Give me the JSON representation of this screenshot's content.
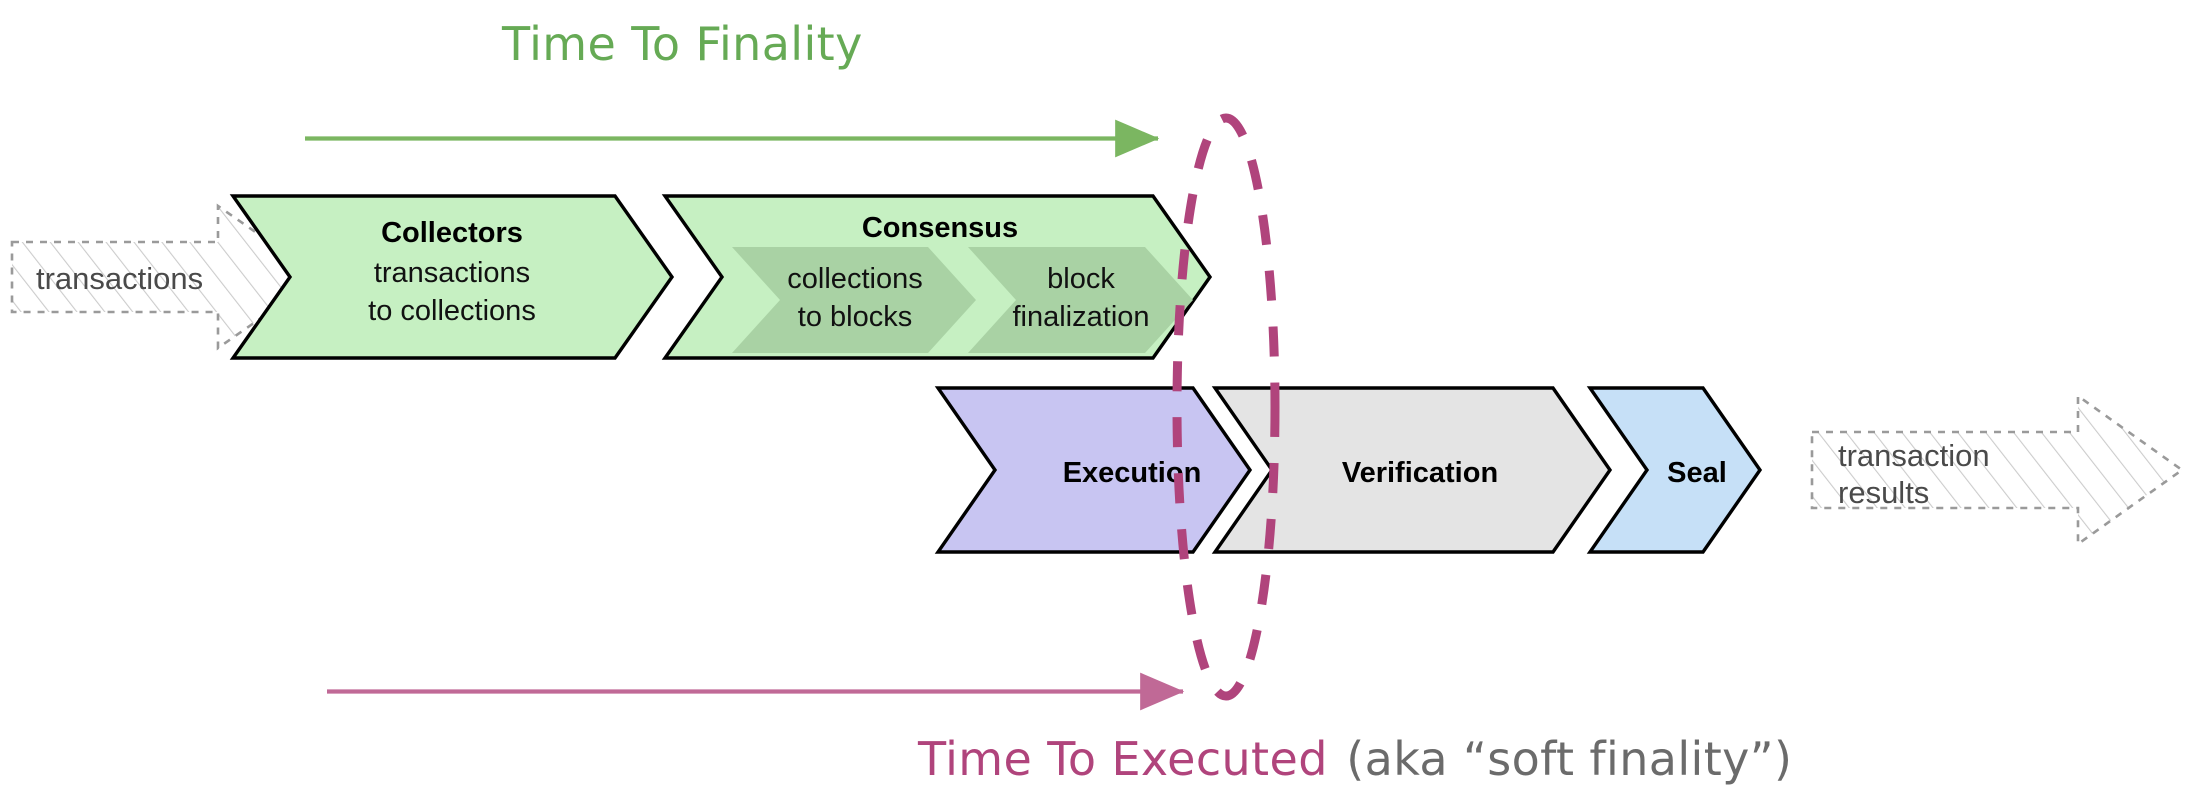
{
  "diagram": {
    "title_top": "Time To Finality",
    "title_bottom_main": "Time To Executed",
    "title_bottom_note": "(aka “soft finality”)",
    "colors": {
      "green_accent": "#66aa55",
      "pink_accent": "#b0447c",
      "gray_note": "#6b6b6b",
      "green_fill": "#c6f0c2",
      "green_sub_fill": "#a9d2a4",
      "lavender_fill": "#c8c5f2",
      "gray_fill": "#e4e4e4",
      "blue_fill": "#c6e0f7",
      "ghost_stroke": "#9a9a9a",
      "outline": "#000000"
    },
    "inputs": [
      {
        "name": "transactions",
        "label": "transactions"
      }
    ],
    "outputs": [
      {
        "name": "transaction-results",
        "label_line1": "transaction",
        "label_line2": "results"
      }
    ],
    "stages_top": [
      {
        "id": "collectors",
        "title": "Collectors",
        "sub_line1": "transactions",
        "sub_line2": "to collections"
      },
      {
        "id": "consensus",
        "title": "Consensus",
        "substages": [
          {
            "id": "collections-to-blocks",
            "line1": "collections",
            "line2": "to blocks"
          },
          {
            "id": "block-finalization",
            "line1": "block",
            "line2": "finalization"
          }
        ]
      }
    ],
    "stages_bottom": [
      {
        "id": "execution",
        "title": "Execution"
      },
      {
        "id": "verification",
        "title": "Verification"
      },
      {
        "id": "seal",
        "title": "Seal"
      }
    ],
    "markers": {
      "finality_boundary_name": "dashed-ellipse-finality-boundary",
      "top_arrow_name": "time-to-finality-arrow",
      "bottom_arrow_name": "time-to-executed-arrow"
    }
  }
}
